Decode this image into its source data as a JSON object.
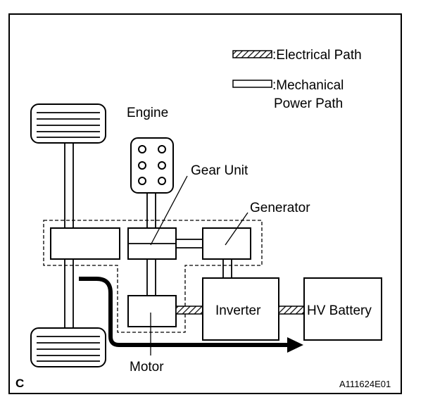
{
  "legend": {
    "electrical_path_label": ":Electrical Path",
    "mechanical_path_label_line1": ":Mechanical",
    "mechanical_path_label_line2": "Power Path"
  },
  "components": {
    "engine": "Engine",
    "gear_unit": "Gear Unit",
    "generator": "Generator",
    "inverter": "Inverter",
    "hv_battery": "HV Battery",
    "motor": "Motor"
  },
  "corner_letter": "C",
  "figure_id": "A111624E01",
  "colors": {
    "line": "#000000",
    "background": "#ffffff"
  }
}
